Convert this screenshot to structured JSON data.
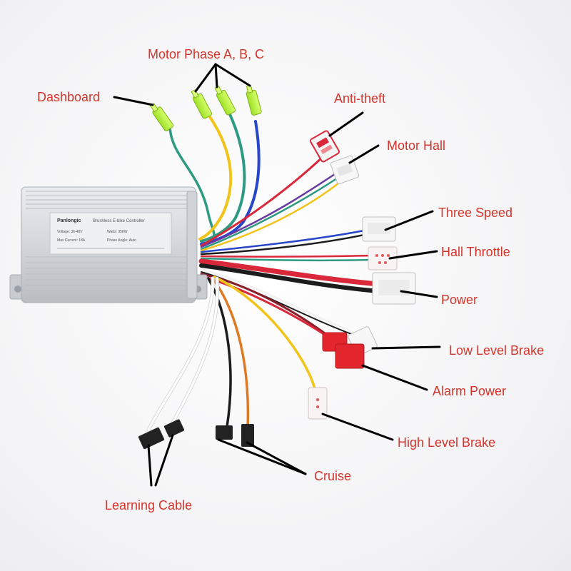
{
  "controller": {
    "brand": "Panlongic",
    "product": "Brushless E-bike Controller",
    "voltage": "Voltage: 36-48V",
    "watts": "Watts: 350W",
    "max_current": "Max Current: 18A",
    "phase_angle": "Phase Angle: Auto"
  },
  "labels": {
    "motor_phase": "Motor Phase A, B, C",
    "dashboard": "Dashboard",
    "anti_theft": "Anti-theft",
    "motor_hall": "Motor Hall",
    "three_speed": "Three Speed",
    "hall_throttle": "Hall Throttle",
    "power": "Power",
    "low_level_brake": "Low Level Brake",
    "alarm_power": "Alarm Power",
    "high_level_brake": "High Level Brake",
    "cruise": "Cruise",
    "learning_cable": "Learning Cable"
  },
  "colors": {
    "label_red": "#d5342b",
    "wire_green": "#2e9a82",
    "wire_yellow": "#f2c318",
    "wire_blue": "#2746c9",
    "wire_red": "#d8283a",
    "wire_black": "#1c1c1c",
    "wire_orange": "#e07a22",
    "wire_white": "#f2f2f2",
    "connector_lime": "#b8f040",
    "connector_red": "#e3262e"
  }
}
